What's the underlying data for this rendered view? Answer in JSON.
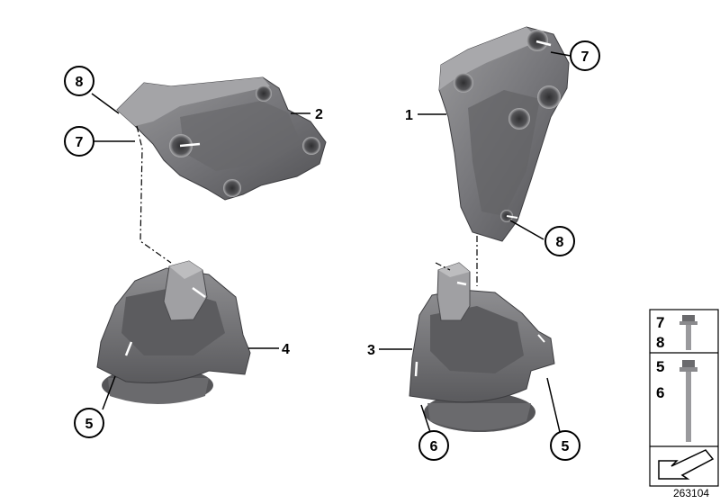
{
  "callouts": {
    "c8_left": "8",
    "c7_left": "7",
    "c5_left": "5",
    "c7_right": "7",
    "c8_right": "8",
    "c6_bottom": "6",
    "c5_bottom": "5"
  },
  "part_labels": {
    "p2": "2",
    "p1": "1",
    "p4": "4",
    "p3": "3"
  },
  "legend_panel": {
    "row1_top": "7",
    "row1_bottom": "8",
    "row2_top": "5",
    "row2_bottom": "6"
  },
  "diagram_id": "263104",
  "colors": {
    "part_fill": "#7c7c7e",
    "part_light": "#a9a9ab",
    "part_dark": "#4a4a4c",
    "line": "#000000"
  }
}
